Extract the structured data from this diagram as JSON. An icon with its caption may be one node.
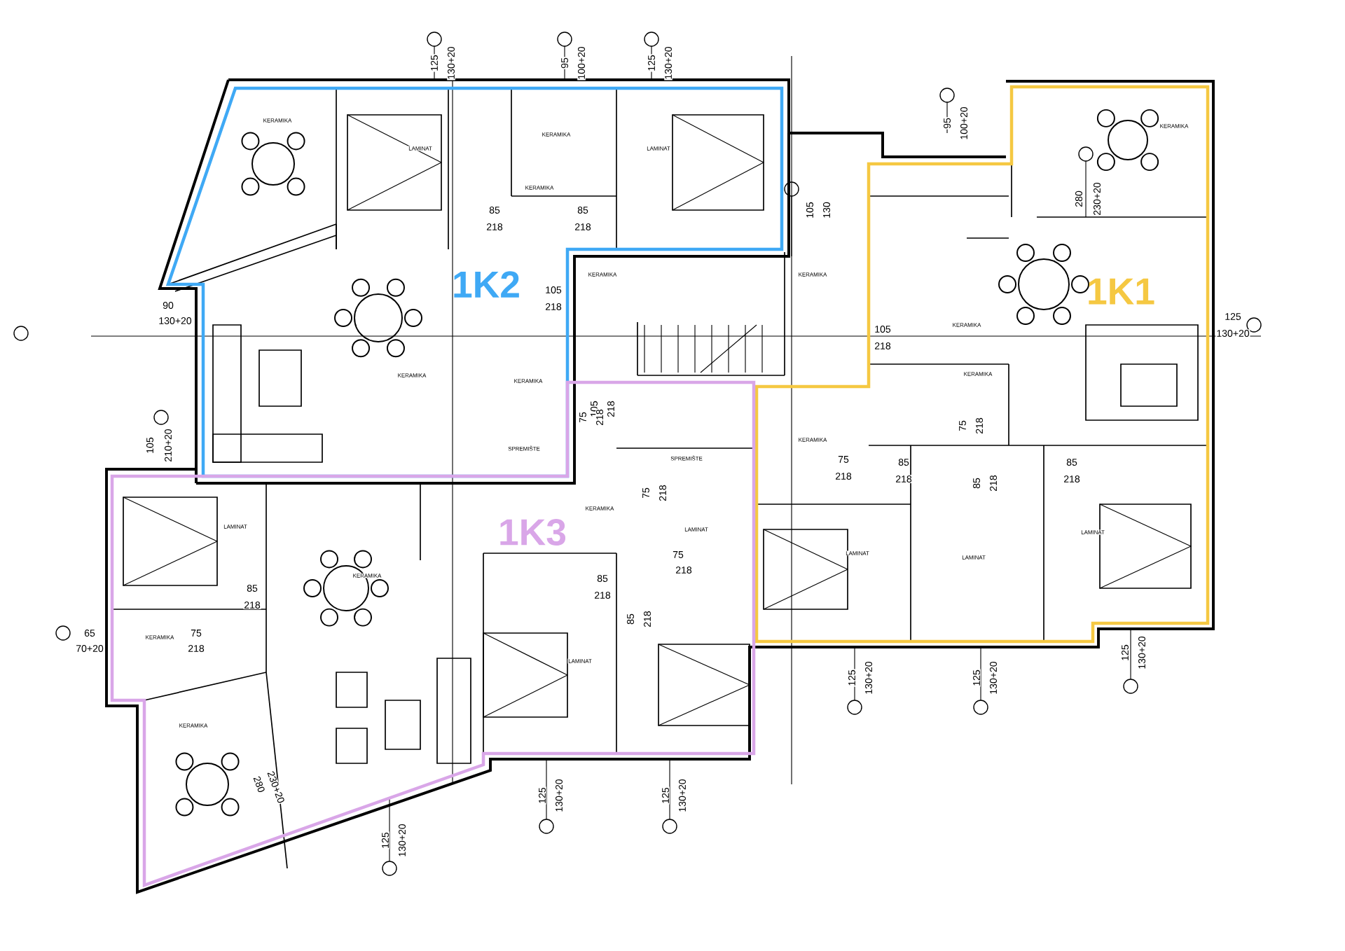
{
  "diagram": {
    "nodes": [
      {
        "text": [
          "1K2"
        ]
      },
      {
        "text": [
          "1K1"
        ]
      },
      {
        "text": [
          "1K3"
        ]
      }
    ],
    "labels": [
      "125",
      "130+20",
      "95",
      "100+20",
      "125",
      "130+20",
      "95",
      "100+20",
      "105",
      "130",
      "280",
      "230+20",
      "90",
      "130+20",
      "125",
      "130+20",
      "105",
      "210+20",
      "65",
      "70+20",
      "125",
      "130+20",
      "125",
      "130+20",
      "125",
      "130+20",
      "125",
      "130+20",
      "125",
      "130+20",
      "125",
      "130+20",
      "280",
      "230+20",
      "85",
      "218",
      "85",
      "218",
      "105",
      "218",
      "105",
      "218",
      "105",
      "218",
      "75",
      "218",
      "85",
      "218",
      "75",
      "218",
      "85",
      "218",
      "85",
      "218",
      "75",
      "218",
      "75",
      "218",
      "75",
      "218",
      "85",
      "218",
      "85",
      "218",
      "85",
      "218",
      "75",
      "218",
      "KERAMIKA",
      "LAMINAT",
      "KERAMIKA",
      "KERAMIKA",
      "LAMINAT",
      "KERAMIKA",
      "KERAMIKA",
      "SPREMIŠTE",
      "KERAMIKA",
      "KERAMIKA",
      "KERAMIKA",
      "KERAMIKA",
      "KERAMIKA",
      "KERAMIKA",
      "LAMINAT",
      "LAMINAT",
      "LAMINAT",
      "LAMINAT",
      "KERAMIKA",
      "KERAMIKA",
      "KERAMIKA",
      "KERAMIKA",
      "SPREMIŠTE",
      "LAMINAT",
      "LAMINAT"
    ]
  }
}
